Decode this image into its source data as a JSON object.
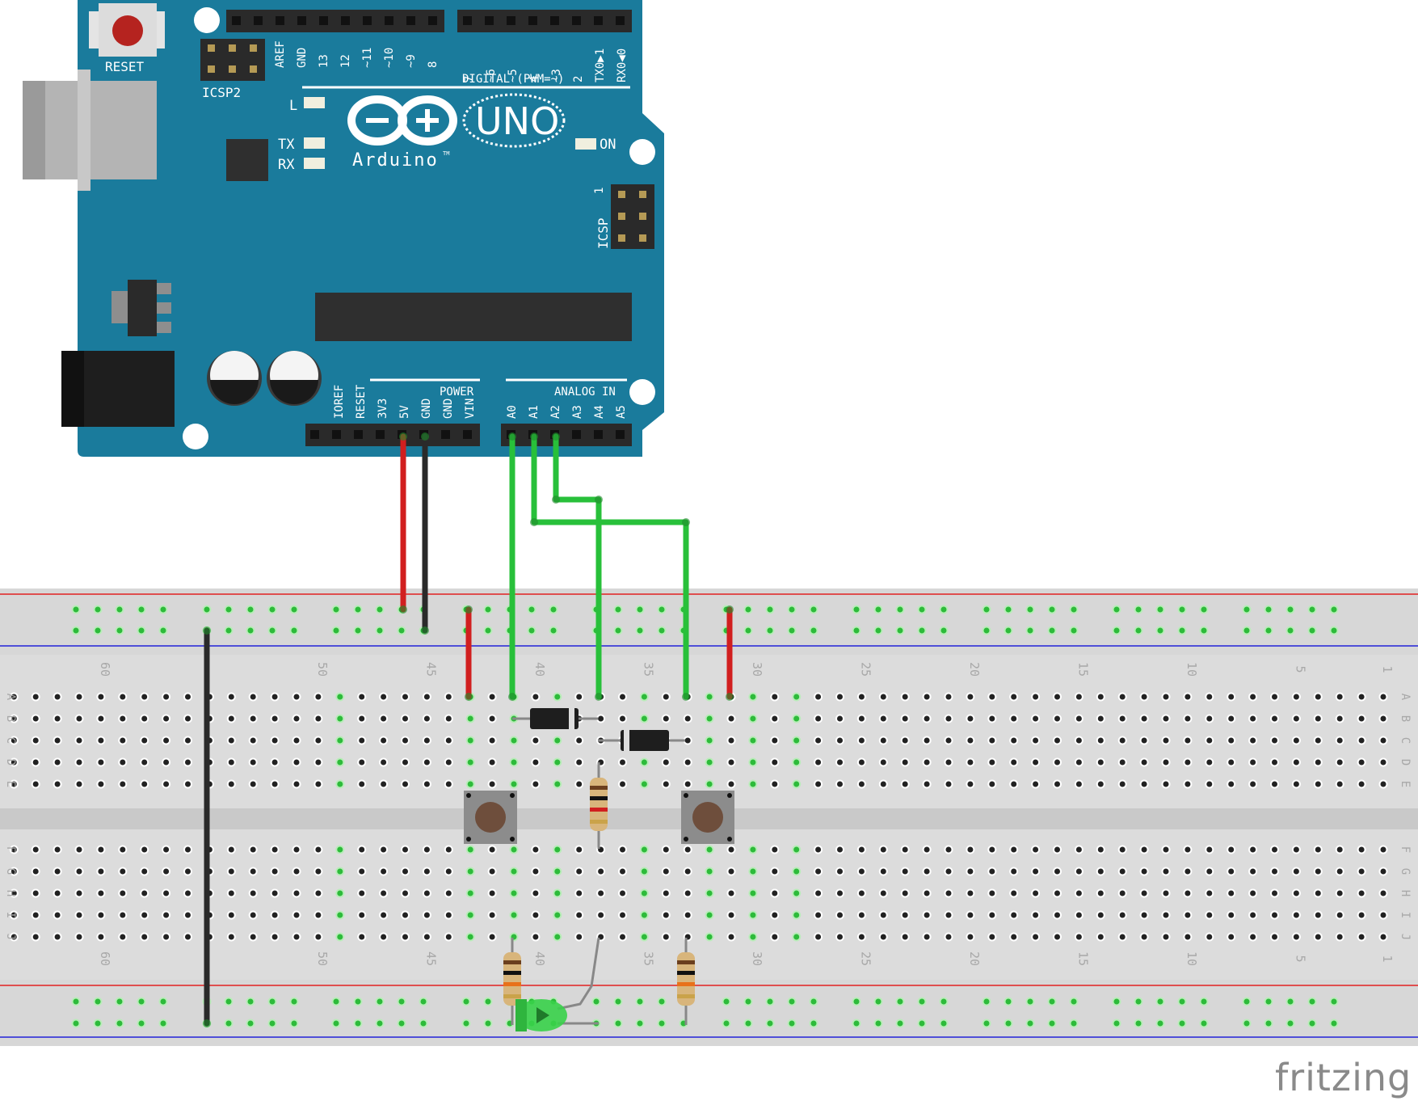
{
  "board": {
    "reset_label": "RESET",
    "icsp2_label": "ICSP2",
    "icsp_label": "ICSP",
    "icsp_pin1": "1",
    "led_l": "L",
    "led_tx": "TX",
    "led_rx": "RX",
    "led_on": "ON",
    "brand": "Arduino",
    "tm": "TM",
    "model": "UNO",
    "digital_label": "DIGITAL (PWM=~)",
    "power_label": "POWER",
    "analog_label": "ANALOG IN",
    "digital_pins_left": [
      "AREF",
      "GND",
      "13",
      "12",
      "~11",
      "~10",
      "~9",
      "8"
    ],
    "digital_pins_right": [
      "7",
      "~6",
      "~5",
      "4",
      "~3",
      "2",
      "TX0▶1",
      "RX0◀0"
    ],
    "power_pins": [
      "IOREF",
      "RESET",
      "3V3",
      "5V",
      "GND",
      "GND",
      "VIN"
    ],
    "analog_pins": [
      "A0",
      "A1",
      "A2",
      "A3",
      "A4",
      "A5"
    ]
  },
  "breadboard": {
    "row_letters": [
      "A",
      "B",
      "C",
      "D",
      "E",
      "F",
      "G",
      "H",
      "I",
      "J"
    ],
    "column_numbers": [
      "60",
      "50",
      "45",
      "40",
      "35",
      "30",
      "25",
      "20",
      "15",
      "10",
      "5",
      "1"
    ]
  },
  "wire_colors": {
    "power": "#d11f1f",
    "ground": "#2a2a2a",
    "signal": "#28c03a"
  },
  "components": {
    "pushbuttons": 2,
    "diodes": 2,
    "resistors": 3,
    "leds": 1,
    "led_color": "#39d24a"
  },
  "watermark": "fritzing"
}
